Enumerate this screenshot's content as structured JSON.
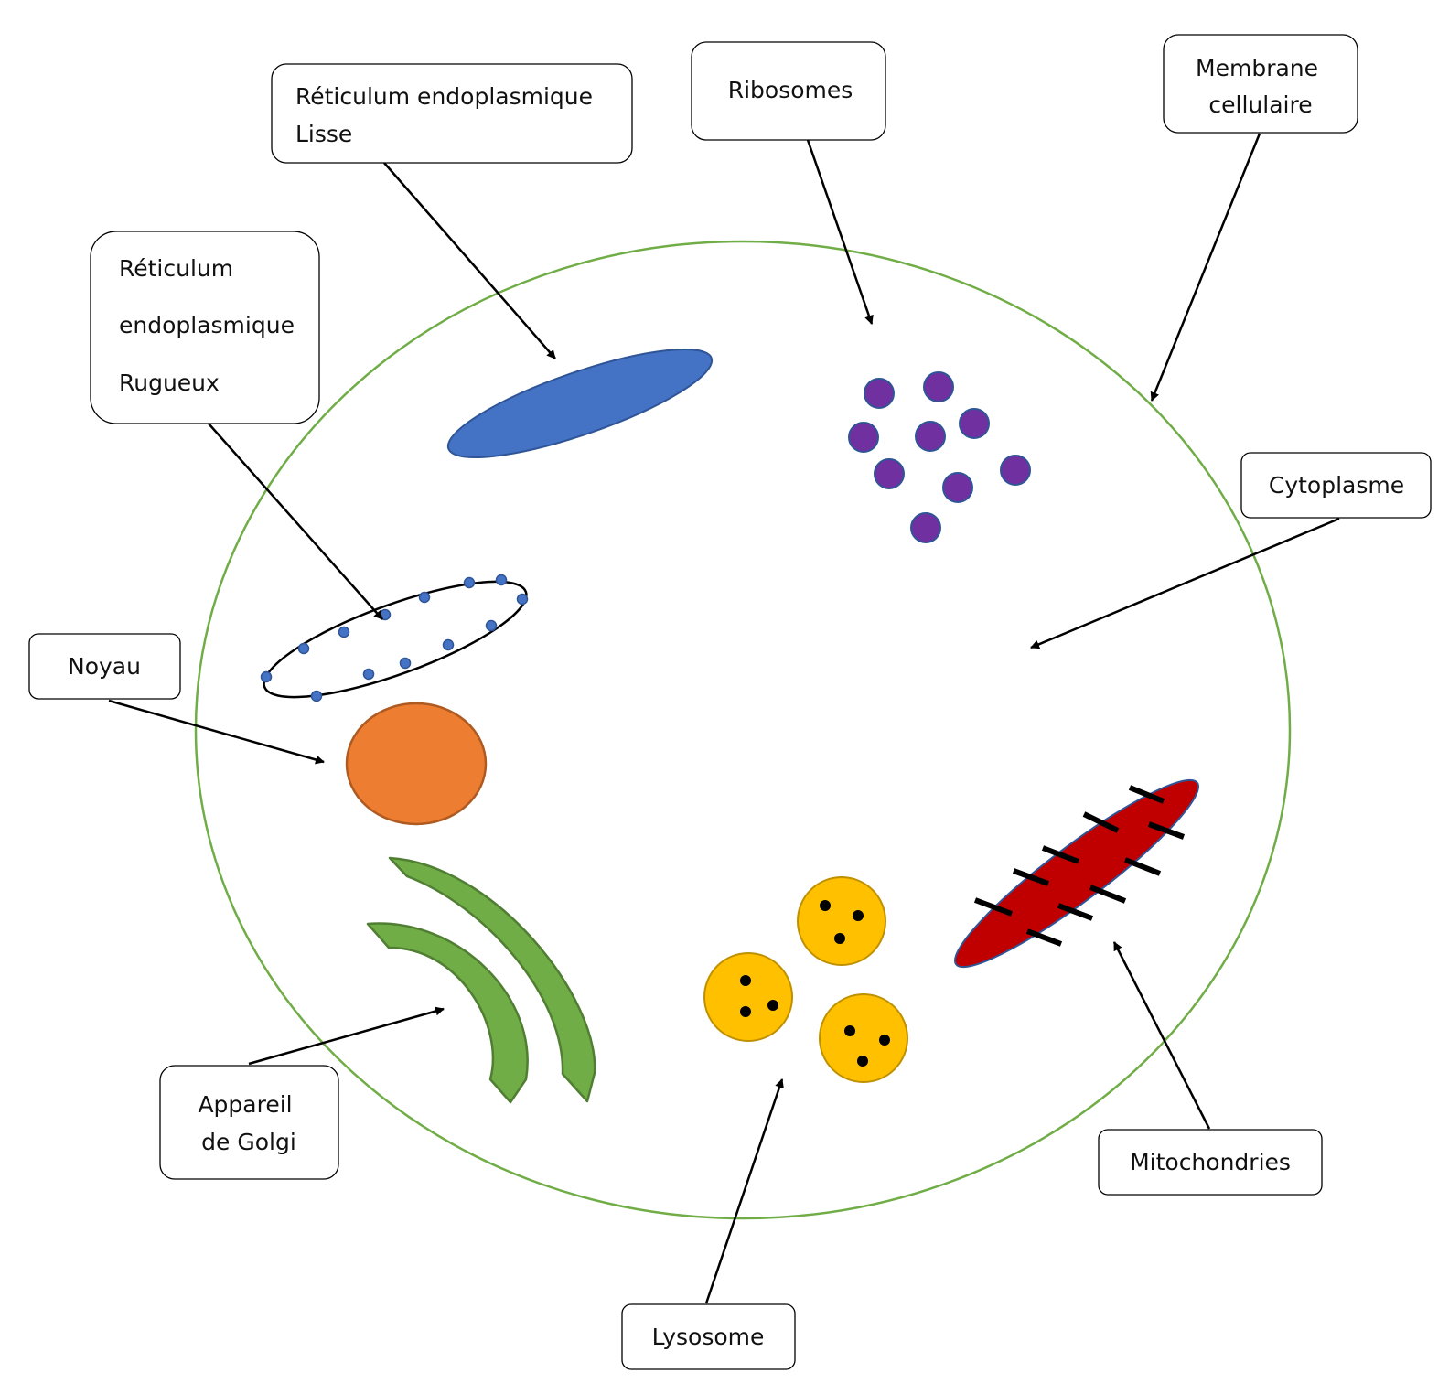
{
  "colors": {
    "membrane": "#70ad47",
    "rel": "#4472c4",
    "ribosome": "#7030a0",
    "nucleus": "#ed7d31",
    "golgi": "#70ad47",
    "lysosome": "#ffc000",
    "mitochondria": "#c00000"
  },
  "labels": {
    "rel": [
      "Réticulum endoplasmique",
      "Lisse"
    ],
    "ribosomes": [
      "Ribosomes"
    ],
    "membrane": [
      "Membrane",
      "cellulaire"
    ],
    "rer": [
      "Réticulum",
      "endoplasmique",
      "Rugueux"
    ],
    "cytoplasme": [
      "Cytoplasme"
    ],
    "noyau": [
      "Noyau"
    ],
    "golgi": [
      "Appareil",
      "de Golgi"
    ],
    "mitochondries": [
      "Mitochondries"
    ],
    "lysosome": [
      "Lysosome"
    ]
  }
}
